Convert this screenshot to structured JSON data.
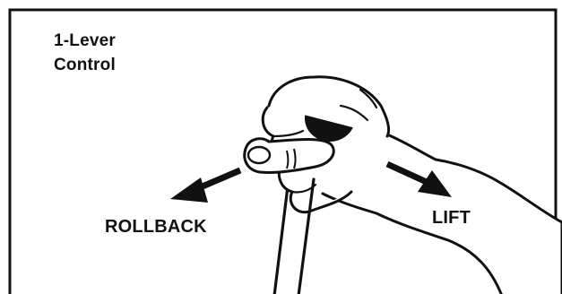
{
  "title": {
    "line1": "1-Lever",
    "line2": "Control"
  },
  "labels": {
    "rollback": "ROLLBACK",
    "lift": "LIFT"
  },
  "colors": {
    "ink": "#111111",
    "background": "#ffffff"
  }
}
